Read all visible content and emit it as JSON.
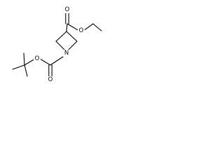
{
  "molecule": {
    "atoms": {
      "ester_carbonyl_o": "O",
      "ester_ether_o": "O",
      "ring_n": "N",
      "boc_ether_o": "O",
      "boc_carbonyl_o": "O"
    }
  },
  "colors": {
    "bond": "#000000",
    "label": "#000000",
    "background": "#ffffff"
  }
}
